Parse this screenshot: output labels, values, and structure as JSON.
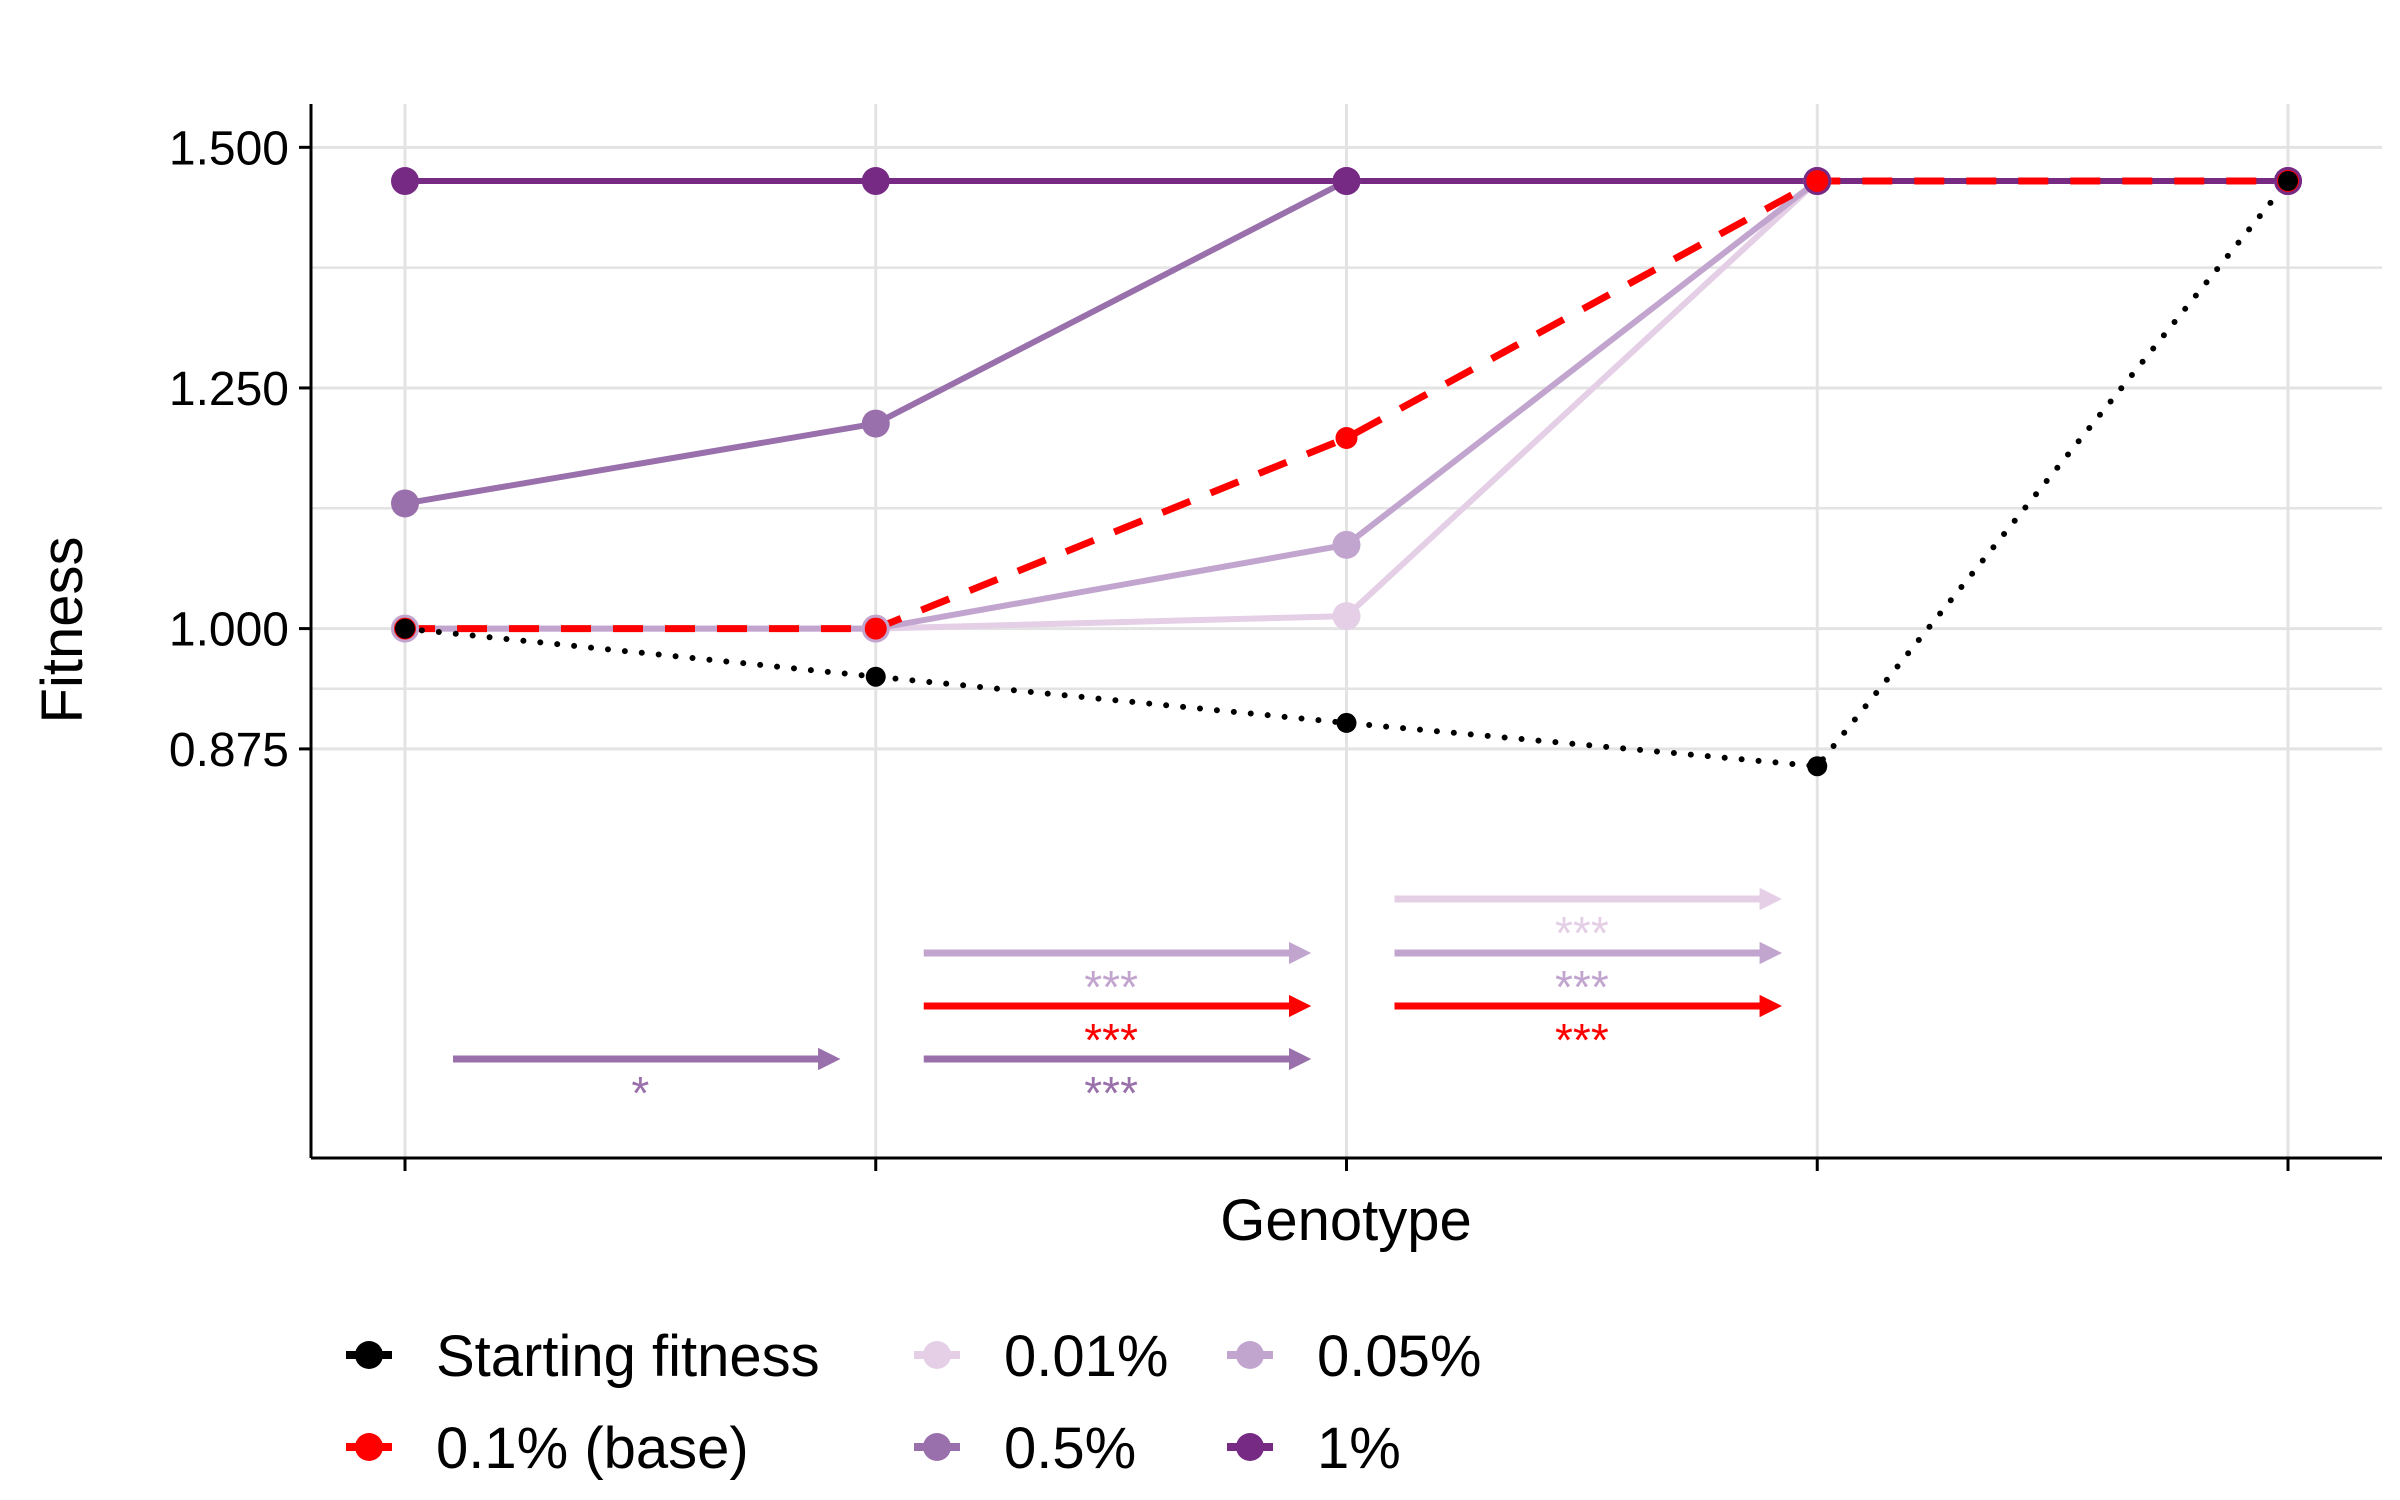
{
  "chart_data": {
    "type": "line",
    "title": "",
    "xlabel": "Genotype",
    "ylabel": "Fitness",
    "x": [
      1,
      2,
      3,
      4,
      5
    ],
    "x_tick_labels": [
      "",
      "",
      "",
      "",
      ""
    ],
    "ylim": [
      0.45,
      1.545
    ],
    "y_ticks": [
      0.875,
      1.0,
      1.25,
      1.5
    ],
    "y_tick_labels": [
      "0.875",
      "1.000",
      "1.250",
      "1.500"
    ],
    "grid": true,
    "legend_position": "bottom",
    "series": [
      {
        "name": "Starting fitness",
        "color": "#000000",
        "style": "dotted",
        "values": [
          1.0,
          0.95,
          0.902,
          0.857,
          1.465
        ]
      },
      {
        "name": "0.01%",
        "color": "#e4cfe6",
        "style": "solid",
        "values": [
          1.0,
          1.0,
          1.013,
          1.465,
          1.465
        ]
      },
      {
        "name": "0.05%",
        "color": "#c2a5cf",
        "style": "solid",
        "values": [
          1.0,
          1.0,
          1.087,
          1.465,
          1.465
        ]
      },
      {
        "name": "0.1% (base)",
        "color": "#ff0000",
        "style": "dashed",
        "values": [
          1.0,
          1.0,
          1.198,
          1.465,
          1.465
        ]
      },
      {
        "name": "0.5%",
        "color": "#9970ab",
        "style": "solid",
        "values": [
          1.13,
          1.213,
          1.465,
          1.465,
          1.465
        ]
      },
      {
        "name": "1%",
        "color": "#762a83",
        "style": "solid",
        "values": [
          1.465,
          1.465,
          1.465,
          1.465,
          1.465
        ]
      }
    ],
    "legend_order": [
      "Starting fitness",
      "0.01%",
      "0.05%",
      "0.1% (base)",
      "0.5%",
      "1%"
    ],
    "significance_arrows": [
      {
        "from": 1,
        "to": 2,
        "series": "0.5%",
        "label": "*",
        "row": 0
      },
      {
        "from": 2,
        "to": 3,
        "series": "0.5%",
        "label": "***",
        "row": 0
      },
      {
        "from": 2,
        "to": 3,
        "series": "0.1% (base)",
        "label": "***",
        "row": 1
      },
      {
        "from": 2,
        "to": 3,
        "series": "0.05%",
        "label": "***",
        "row": 2
      },
      {
        "from": 3,
        "to": 4,
        "series": "0.1% (base)",
        "label": "***",
        "row": 1
      },
      {
        "from": 3,
        "to": 4,
        "series": "0.05%",
        "label": "***",
        "row": 2
      },
      {
        "from": 3,
        "to": 4,
        "series": "0.01%",
        "label": "***",
        "row": 3
      }
    ]
  }
}
